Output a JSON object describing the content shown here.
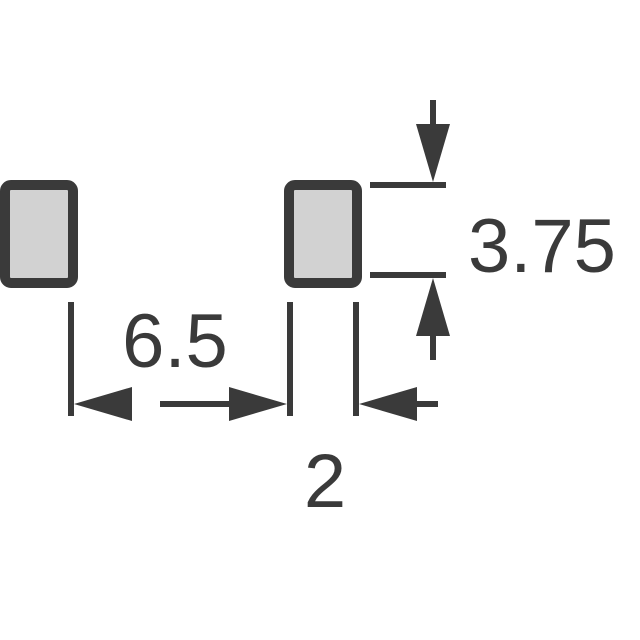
{
  "colors": {
    "background": "#ffffff",
    "pad_fill": "#d2d2d2",
    "pad_stroke": "#3a3a3a",
    "line": "#3a3a3a",
    "text": "#3a3a3a"
  },
  "dimensions": {
    "pad_spacing": "6.5",
    "pad_width": "2",
    "pad_height": "3.75"
  }
}
